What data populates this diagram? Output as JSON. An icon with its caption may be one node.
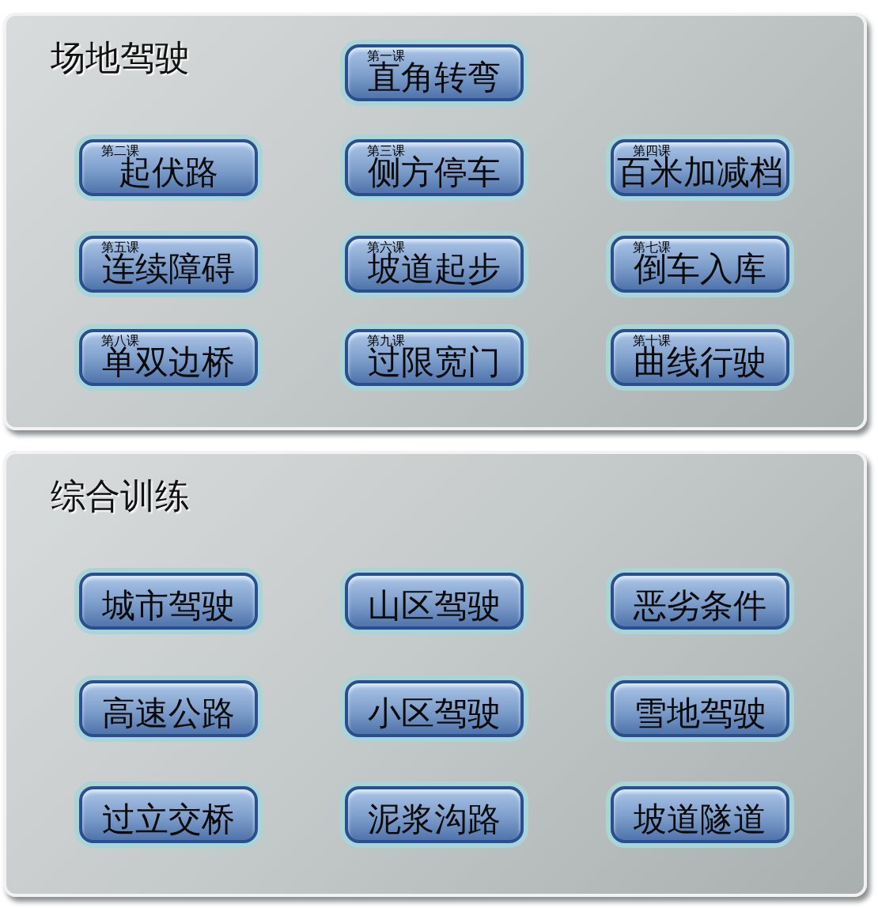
{
  "diagram": {
    "nodes": [
      {
        "text": [
          "场地驾驶"
        ]
      },
      {
        "text": [
          "第一课",
          "直角转弯"
        ],
        "in": 0
      },
      {
        "text": [
          "第二课",
          "起伏路"
        ],
        "in": 0
      },
      {
        "text": [
          "第三课",
          "侧方停车"
        ],
        "in": 0
      },
      {
        "text": [
          "第四课",
          "百米加减档"
        ],
        "in": 0
      },
      {
        "text": [
          "第五课",
          "连续障碍"
        ],
        "in": 0
      },
      {
        "text": [
          "第六课",
          "坡道起步"
        ],
        "in": 0
      },
      {
        "text": [
          "第七课",
          "倒车入库"
        ],
        "in": 0
      },
      {
        "text": [
          "第八课",
          "单双边桥"
        ],
        "in": 0
      },
      {
        "text": [
          "第九课",
          "过限宽门"
        ],
        "in": 0
      },
      {
        "text": [
          "第十课",
          "曲线行驶"
        ],
        "in": 0
      },
      {
        "text": [
          "综合训练"
        ]
      },
      {
        "text": [
          "城市驾驶"
        ],
        "in": 11
      },
      {
        "text": [
          "山区驾驶"
        ],
        "in": 11
      },
      {
        "text": [
          "恶劣条件"
        ],
        "in": 11
      },
      {
        "text": [
          "高速公路"
        ],
        "in": 11
      },
      {
        "text": [
          "小区驾驶"
        ],
        "in": 11
      },
      {
        "text": [
          "雪地驾驶"
        ],
        "in": 11
      },
      {
        "text": [
          "过立交桥"
        ],
        "in": 11
      },
      {
        "text": [
          "泥浆沟路"
        ],
        "in": 11
      },
      {
        "text": [
          "坡道隧道"
        ],
        "in": 11
      }
    ]
  }
}
